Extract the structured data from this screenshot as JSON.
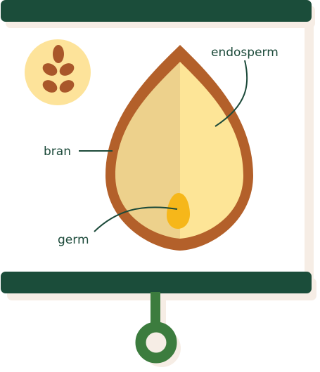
{
  "diagram": {
    "labels": {
      "endosperm": "endosperm",
      "bran": "bran",
      "germ": "germ"
    },
    "icons": {
      "badge": "wheat-icon"
    },
    "colors": {
      "roller_bar": "#1b4d3a",
      "screen": "#ffffff",
      "screen_shadow": "#f6ede5",
      "badge_circle": "#fde39a",
      "wheat": "#a9572a",
      "bran": "#b3602a",
      "endosperm_left": "#edd18c",
      "endosperm_right": "#fde597",
      "germ": "#f6b71a",
      "pole": "#3c7c3e",
      "leader_line": "#1c4a3a"
    }
  }
}
